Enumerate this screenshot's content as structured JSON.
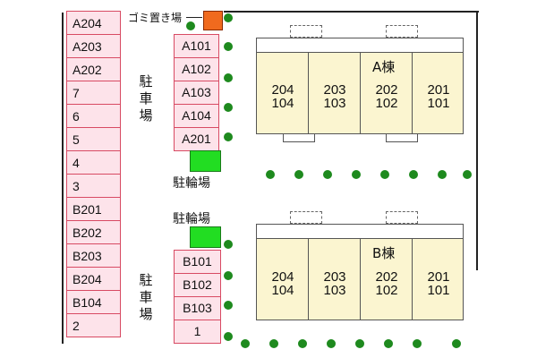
{
  "left_column_stalls": [
    "A204",
    "A203",
    "A202",
    "7",
    "6",
    "5",
    "4",
    "3",
    "B201",
    "B202",
    "B203",
    "B204",
    "B104",
    "2"
  ],
  "middle_upper_stalls": [
    "A101",
    "A102",
    "A103",
    "A104",
    "A201"
  ],
  "middle_lower_stalls": [
    "B101",
    "B102",
    "B103",
    "1"
  ],
  "garbage_area": {
    "label": "ゴミ置き場",
    "color": "#f06a1e"
  },
  "parking_label_upper": "駐車場",
  "parking_label_lower": "駐車場",
  "bicycle_parking_upper": {
    "label": "駐輪場",
    "color": "#22dd22"
  },
  "bicycle_parking_lower": {
    "label": "駐輪場",
    "color": "#22dd22"
  },
  "building_a": {
    "name": "A棟",
    "units": [
      {
        "upper": "204",
        "lower": "104"
      },
      {
        "upper": "203",
        "lower": "103"
      },
      {
        "upper": "202",
        "lower": "102"
      },
      {
        "upper": "201",
        "lower": "101"
      }
    ]
  },
  "building_b": {
    "name": "B棟",
    "units": [
      {
        "upper": "204",
        "lower": "104"
      },
      {
        "upper": "203",
        "lower": "103"
      },
      {
        "upper": "202",
        "lower": "102"
      },
      {
        "upper": "201",
        "lower": "101"
      }
    ]
  },
  "colors": {
    "stall_fill": "#fde3ea",
    "stall_border": "#d84a63",
    "building_fill": "#fbf5d0",
    "tree": "#1e8a1e"
  }
}
